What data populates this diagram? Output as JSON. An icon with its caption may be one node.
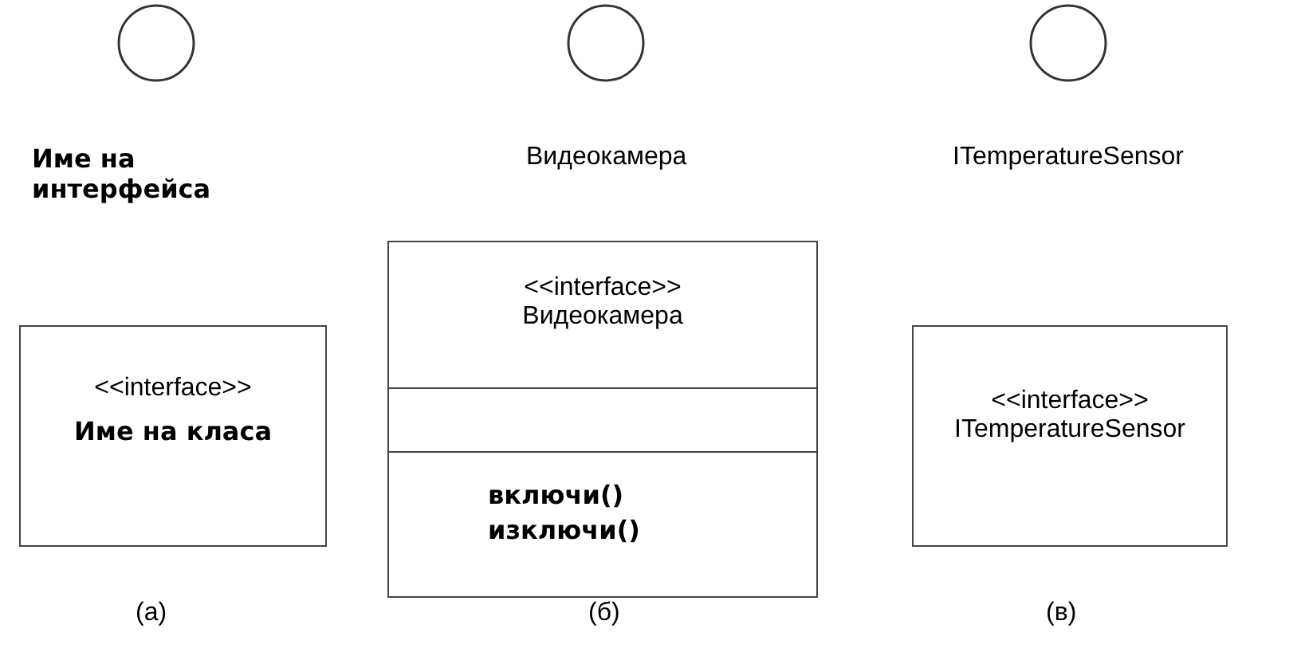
{
  "diagram": {
    "nodes": [
      {
        "text": [
          "Име на интерфейса"
        ]
      },
      {
        "text": [
          "Видеокамера"
        ]
      },
      {
        "text": [
          "ITemperatureSensor"
        ]
      },
      {
        "text": [
          "<<interface>>",
          "Име на класа"
        ]
      },
      {
        "text": [
          "<<interface>>",
          "Видеокамера",
          "включи() изключи()"
        ]
      },
      {
        "text": [
          "<<interface>>",
          "ITemperatureSensor"
        ]
      }
    ],
    "labels": [
      "(а)",
      "(б)",
      "(в)"
    ]
  }
}
